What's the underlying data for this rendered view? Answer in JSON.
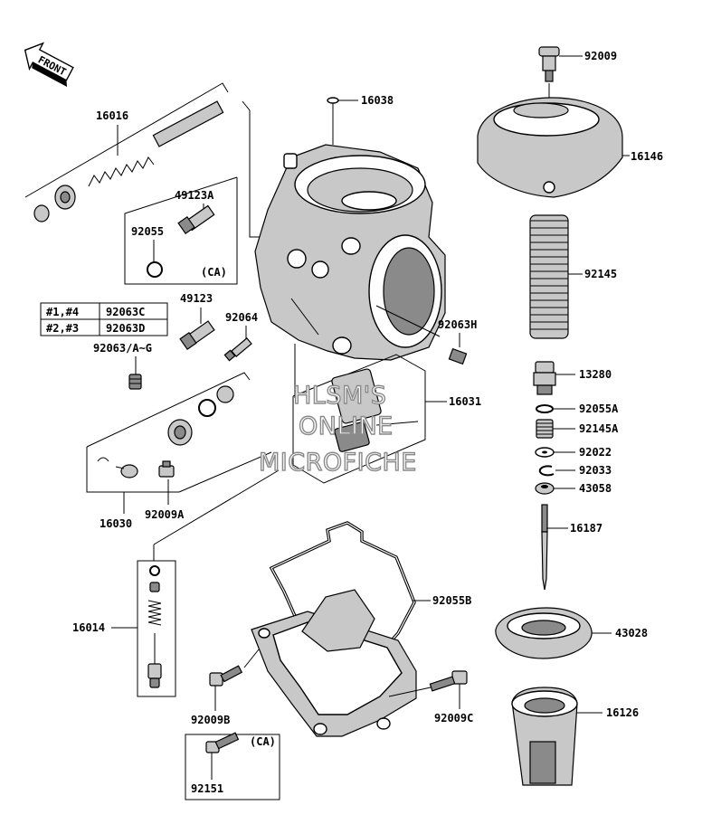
{
  "front_label": "FRONT",
  "watermark": [
    "HLSM'S",
    "ONLINE",
    "MICROFICHE"
  ],
  "ca_label": "(CA)",
  "parts": {
    "p16016": "16016",
    "p49123A": "49123A",
    "p92055": "92055",
    "p49123": "49123",
    "p92064": "92064",
    "p92063AG": "92063/A~G",
    "p16030": "16030",
    "p92009A": "92009A",
    "p16014": "16014",
    "p92009B": "92009B",
    "p92151": "92151",
    "p16038": "16038",
    "p92063H": "92063H",
    "p16031": "16031",
    "p92055B": "92055B",
    "p92009C": "92009C",
    "p92009": "92009",
    "p16146": "16146",
    "p92145": "92145",
    "p13280": "13280",
    "p92055A": "92055A",
    "p92145A": "92145A",
    "p92022": "92022",
    "p92033": "92033",
    "p43058": "43058",
    "p16187": "16187",
    "p43028": "43028",
    "p16126": "16126"
  },
  "cylinder_table": [
    {
      "cyl": "#1,#4",
      "part": "92063C"
    },
    {
      "cyl": "#2,#3",
      "part": "92063D"
    }
  ]
}
